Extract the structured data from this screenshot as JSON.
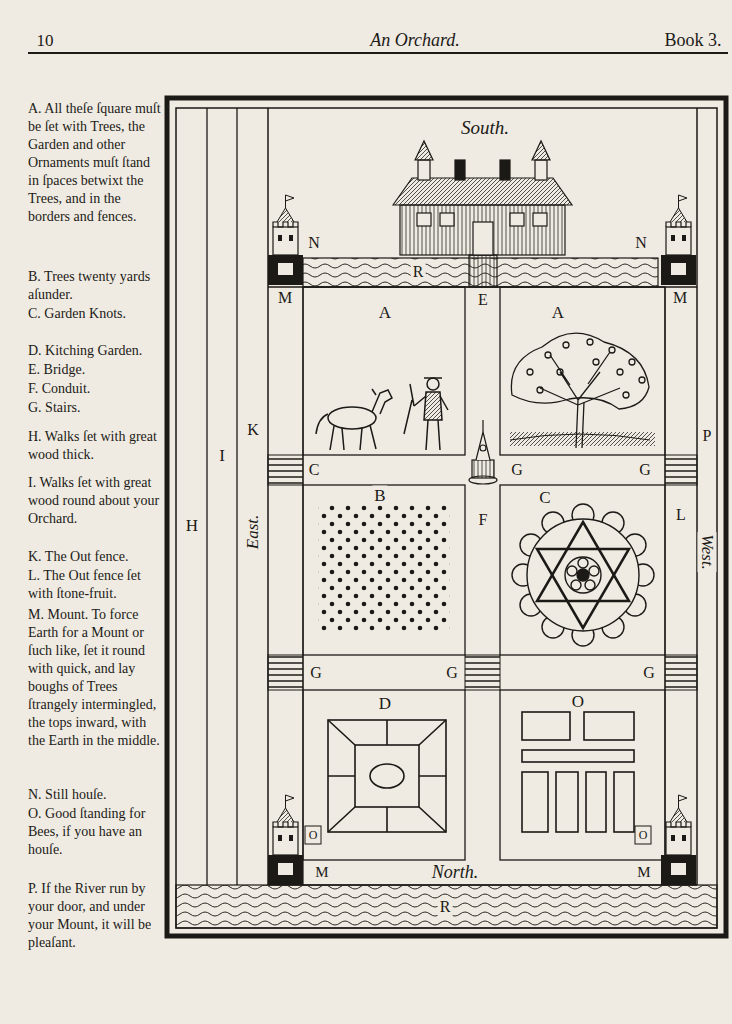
{
  "diagram": {
    "title": "An Orchard.",
    "labels": [
      "10",
      "Book 3.",
      "South.",
      "N",
      "N",
      "R",
      "M",
      "E",
      "A",
      "A",
      "M",
      "C",
      "G",
      "G",
      "B",
      "C",
      "F",
      "L",
      "P",
      "H",
      "I",
      "K",
      "East.",
      "West.",
      "G",
      "G",
      "G",
      "D",
      "O",
      "O",
      "O",
      "M",
      "M",
      "North.",
      "R"
    ],
    "legend": [
      {
        "text": "A. All theſe ſquare muſt be ſet with Trees, the Garden and other Ornaments muſt ſtand in ſpaces betwixt the Trees, and in the borders and fences."
      },
      {
        "text": "B. Trees twenty yards aſunder."
      },
      {
        "text": "C. Garden Knots."
      },
      {
        "text": "D. Kitching Garden."
      },
      {
        "text": "E. Bridge."
      },
      {
        "text": "F. Conduit."
      },
      {
        "text": "G. Stairs."
      },
      {
        "text": "H. Walks ſet with great wood thick."
      },
      {
        "text": "I. Walks ſet with great wood round about your Orchard."
      },
      {
        "text": "K. The Out fence."
      },
      {
        "text": "L. The Out fence ſet with ſtone-fruit."
      },
      {
        "text": "M. Mount. To force Earth for a Mount or ſuch like, ſet it round with quick, and lay boughs of Trees ſtrangely intermingled, the tops inward, with the Earth in the middle."
      },
      {
        "text": "N. Still houſe."
      },
      {
        "text": "O. Good ſtanding for Bees, if you have an houſe."
      },
      {
        "text": "P. If the River run by your door, and under your Mount, it will be pleaſant."
      }
    ]
  }
}
